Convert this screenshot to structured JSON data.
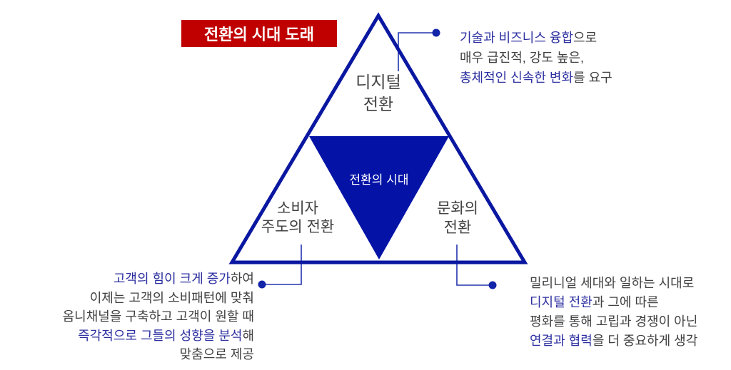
{
  "colors": {
    "banner_bg": "#C00000",
    "banner_text": "#FFFFFF",
    "triangle_stroke": "#0A17A0",
    "triangle_fill": "#0413A6",
    "connector_line": "#2233AE",
    "connector_dot": "#1224A8",
    "text_dark": "#414141",
    "text_highlight": "#2C2FA0"
  },
  "title": {
    "label": "전환의 시대 도래"
  },
  "triangle": {
    "top_label_line1": "디지털",
    "top_label_line2": "전환",
    "center_label": "전환의 시대",
    "bottom_left_label_line1": "소비자",
    "bottom_left_label_line2": "주도의 전환",
    "bottom_right_label_line1": "문화의",
    "bottom_right_label_line2": "전환"
  },
  "annotations": {
    "top_right": {
      "lines": [
        {
          "hl": "기술과 비즈니스 융합",
          "rest": "으로"
        },
        {
          "hl": "",
          "rest": "매우 급진적, 강도 높은,"
        },
        {
          "hl": "총체적인 신속한 변화",
          "rest": "를 요구"
        }
      ]
    },
    "bottom_left": {
      "lines": [
        {
          "hl": "고객의 힘이 크게 증가",
          "rest": "하여"
        },
        {
          "hl": "",
          "rest": "이제는 고객의 소비패턴에 맞춰"
        },
        {
          "hl": "",
          "rest": "옴니채널을 구축하고 고객이 원할 때"
        },
        {
          "hl": "즉각적으로 그들의 성향을 분석",
          "rest": "해"
        },
        {
          "hl": "",
          "rest": "맞춤으로 제공"
        }
      ]
    },
    "bottom_right": {
      "lines": [
        {
          "hl": "",
          "rest": "밀리니얼 세대와 일하는 시대로"
        },
        {
          "hl": "디지털 전환",
          "rest": "과 그에 따른"
        },
        {
          "hl": "",
          "rest": "평화를 통해 고립과 경쟁이 아닌"
        },
        {
          "hl": "연결과 협력",
          "rest": "을 더 중요하게 생각"
        }
      ]
    }
  }
}
